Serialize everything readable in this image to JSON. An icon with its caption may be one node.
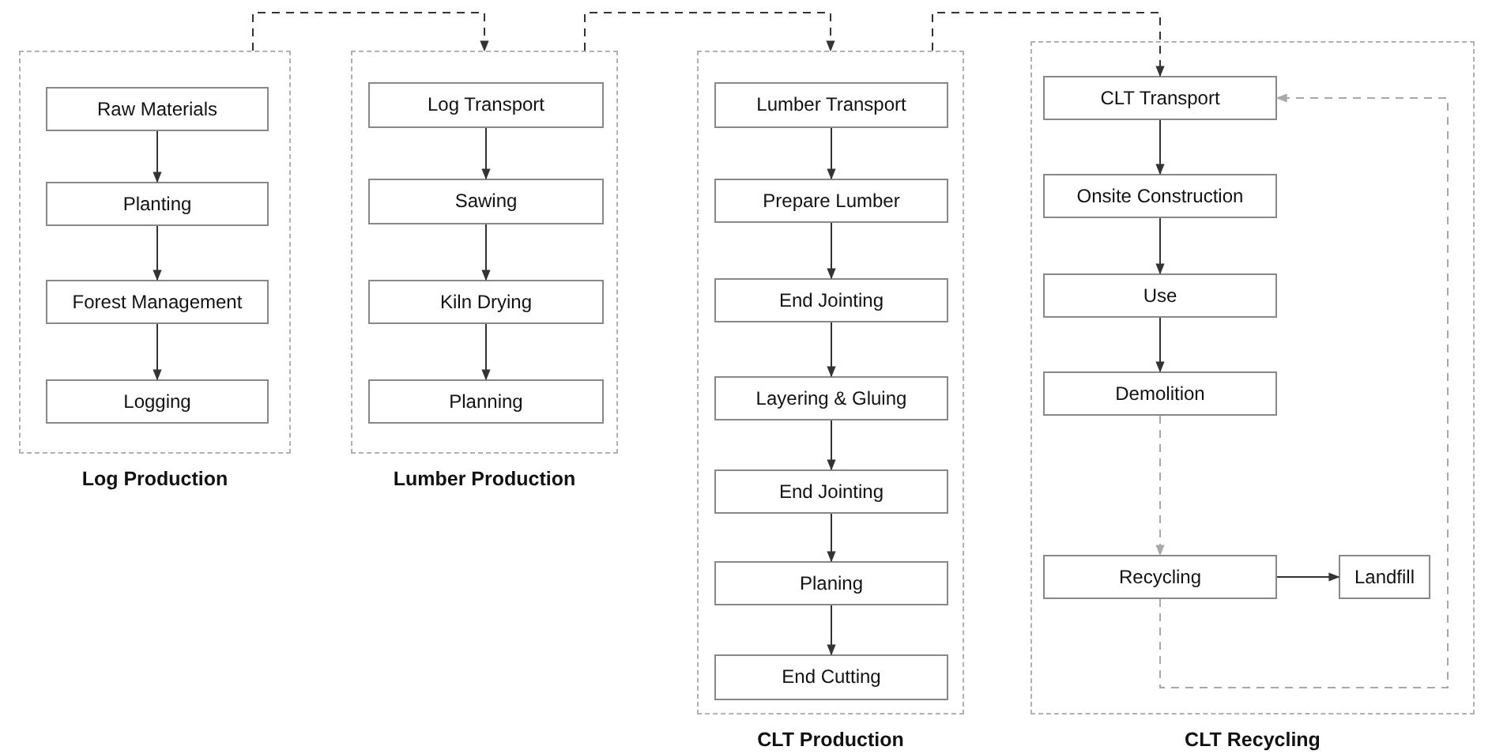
{
  "diagram": {
    "nodes": [
      {
        "text": [
          "Log Production"
        ]
      },
      {
        "text": [
          "Raw Materials"
        ],
        "in": 0
      },
      {
        "text": [
          "Planting"
        ],
        "in": 0
      },
      {
        "text": [
          "Forest Management"
        ],
        "in": 0
      },
      {
        "text": [
          "Logging"
        ],
        "in": 0
      },
      {
        "text": [
          "Lumber Production"
        ]
      },
      {
        "text": [
          "Log Transport"
        ],
        "in": 5
      },
      {
        "text": [
          "Sawing"
        ],
        "in": 5
      },
      {
        "text": [
          "Kiln Drying"
        ],
        "in": 5
      },
      {
        "text": [
          "Planning"
        ],
        "in": 5
      },
      {
        "text": [
          "CLT Production"
        ]
      },
      {
        "text": [
          "Lumber Transport"
        ],
        "in": 10
      },
      {
        "text": [
          "Prepare Lumber"
        ],
        "in": 10
      },
      {
        "text": [
          "End Jointing"
        ],
        "in": 10
      },
      {
        "text": [
          "Layering & Gluing"
        ],
        "in": 10
      },
      {
        "text": [
          "End Jointing"
        ],
        "in": 10
      },
      {
        "text": [
          "Planing"
        ],
        "in": 10
      },
      {
        "text": [
          "End Cutting"
        ],
        "in": 10
      },
      {
        "text": [
          "CLT Recycling"
        ]
      },
      {
        "text": [
          "CLT Transport"
        ],
        "in": 18
      },
      {
        "text": [
          "Onsite Construction"
        ],
        "in": 18
      },
      {
        "text": [
          "Use"
        ],
        "in": 18
      },
      {
        "text": [
          "Demolition"
        ],
        "in": 18
      },
      {
        "text": [
          "Recycling"
        ],
        "in": 18
      },
      {
        "text": [
          "Landfill"
        ],
        "in": 18
      }
    ],
    "edges": [
      {
        "from": 1,
        "to": 2,
        "arrow": "to"
      },
      {
        "from": 2,
        "to": 3,
        "arrow": "to"
      },
      {
        "from": 3,
        "to": 4,
        "arrow": "to"
      },
      {
        "from": 6,
        "to": 7,
        "arrow": "to"
      },
      {
        "from": 7,
        "to": 8,
        "arrow": "to"
      },
      {
        "from": 8,
        "to": 9,
        "arrow": "to"
      },
      {
        "from": 11,
        "to": 12,
        "arrow": "to"
      },
      {
        "from": 12,
        "to": 13,
        "arrow": "to"
      },
      {
        "from": 13,
        "to": 14,
        "arrow": "to"
      },
      {
        "from": 14,
        "to": 15,
        "arrow": "to"
      },
      {
        "from": 15,
        "to": 16,
        "arrow": "to"
      },
      {
        "from": 16,
        "to": 17,
        "arrow": "to"
      },
      {
        "from": 19,
        "to": 20,
        "arrow": "to"
      },
      {
        "from": 20,
        "to": 21,
        "arrow": "to"
      },
      {
        "from": 21,
        "to": 22,
        "arrow": "to"
      },
      {
        "from": 23,
        "to": 24,
        "arrow": "to"
      },
      {
        "from": 0,
        "to": 5,
        "arrow": "to",
        "style": "dashed"
      },
      {
        "from": 5,
        "to": 10,
        "arrow": "to",
        "style": "dashed"
      },
      {
        "from": 10,
        "to": 19,
        "arrow": "to",
        "style": "dashed"
      },
      {
        "from": 22,
        "to": 23,
        "arrow": "to",
        "style": "dashed",
        "color": "#a8a8a8"
      },
      {
        "from": 23,
        "to": 19,
        "arrow": "to",
        "style": "dashed",
        "color": "#a8a8a8"
      }
    ]
  }
}
